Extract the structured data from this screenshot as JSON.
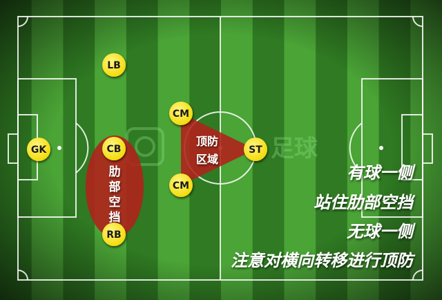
{
  "colors": {
    "grass_dark": "#2f7a22",
    "grass_light": "#4aa436",
    "line": "#ffffff",
    "player_fill": "#ffea00",
    "zone_red": "#b3201b",
    "text_white": "#ffffff",
    "watermark": "#8fe08a"
  },
  "players": [
    {
      "id": "gk",
      "label": "GK"
    },
    {
      "id": "lb",
      "label": "LB"
    },
    {
      "id": "cb",
      "label": "CB"
    },
    {
      "id": "rb",
      "label": "RB"
    },
    {
      "id": "cm_top",
      "label": "CM"
    },
    {
      "id": "cm_bottom",
      "label": "CM"
    },
    {
      "id": "st",
      "label": "ST"
    }
  ],
  "zones": {
    "rib_cover": {
      "label_lines": [
        "肋",
        "部",
        "空",
        "挡"
      ]
    },
    "press_zone": {
      "label_lines": [
        "顶防",
        "区域"
      ]
    }
  },
  "caption_lines": [
    "有球一侧",
    "站住肋部空挡",
    "无球一侧",
    "注意对横向转移进行顶防"
  ],
  "watermark": {
    "text": "足球",
    "icon": "ball-logo-icon"
  }
}
